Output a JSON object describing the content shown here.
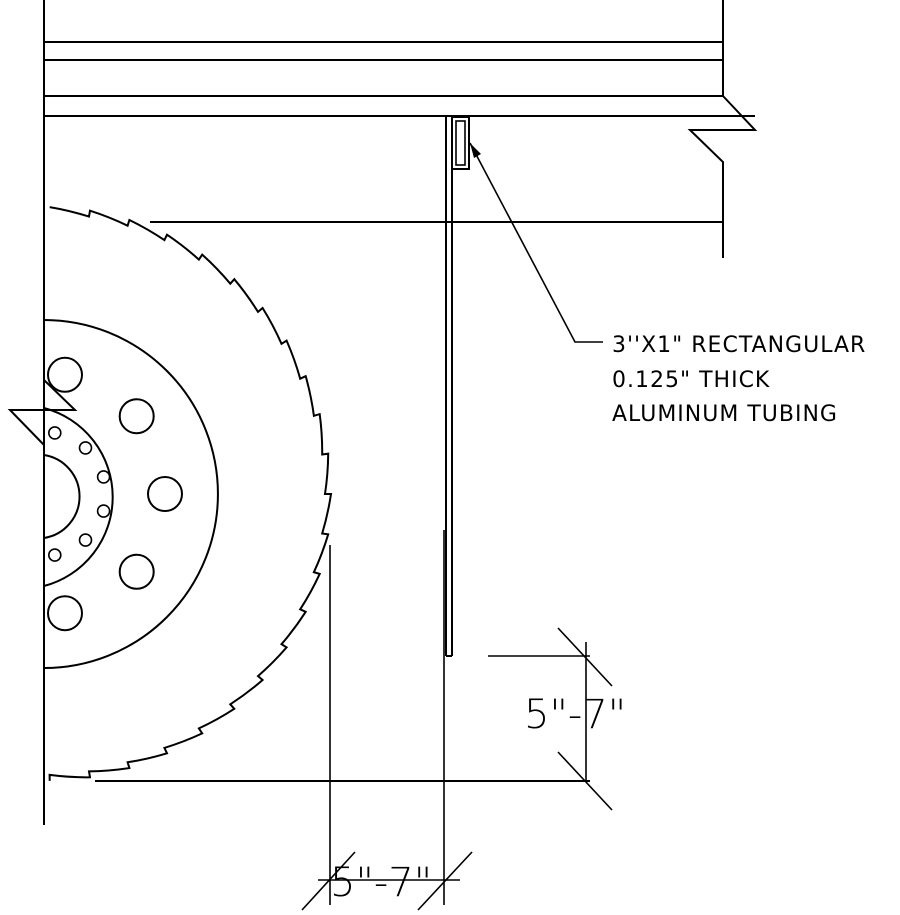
{
  "callout": {
    "line1": "3''X1\" RECTANGULAR",
    "line2": "0.125\" THICK",
    "line3": "ALUMINUM TUBING"
  },
  "dimensions": {
    "vertical": "5\"-7\"",
    "horizontal": "5\"-7\""
  },
  "colors": {
    "line": "#000000",
    "background": "#ffffff"
  }
}
